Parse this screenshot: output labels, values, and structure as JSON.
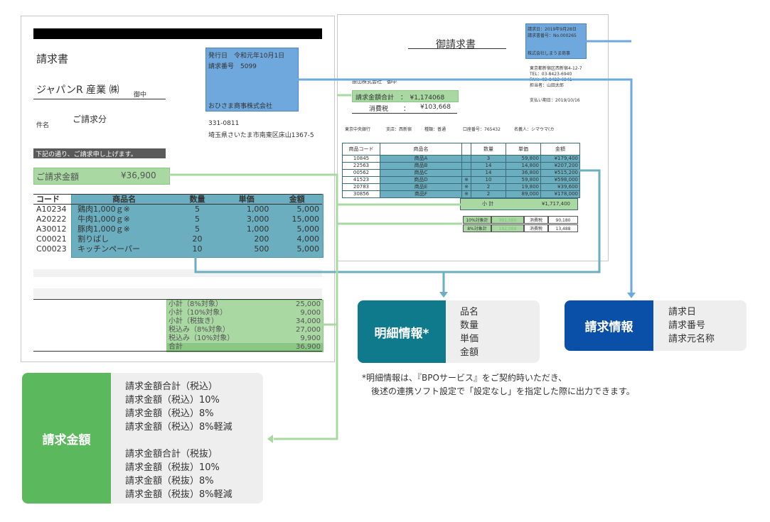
{
  "left_invoice": {
    "title": "請求書",
    "company": "ジャパンR 産業 ㈱",
    "honorific": "御中",
    "subject_label": "件名",
    "subject": "ご請求分",
    "issue_info": {
      "date_line": "発行日　令和元年10月1日",
      "number_line": "請求番号　5099",
      "issuer": "おひさま商事株式会社"
    },
    "postal": "331-0811",
    "address": "埼玉県さいたま市南東区床山1367-5",
    "notice": "下記の通り、ご請求申し上げます。",
    "amount_label": "ご請求金額",
    "amount_value": "¥36,900",
    "table_headers": [
      "コード",
      "商品名",
      "数量",
      "単価",
      "金額"
    ],
    "rows": [
      [
        "A10234",
        "鶏肉1,000ｇ※",
        "5",
        "1,000",
        "5,000"
      ],
      [
        "A20222",
        "牛肉1,000ｇ※",
        "5",
        "3,000",
        "15,000"
      ],
      [
        "A30012",
        "豚肉1,000ｇ※",
        "5",
        "1,000",
        "5,000"
      ],
      [
        "C00021",
        "割りばし",
        "20",
        "200",
        "4,000"
      ],
      [
        "C00023",
        "キッチンペーパー",
        "10",
        "500",
        "5,000"
      ]
    ],
    "totals": [
      [
        "小計（8%対象）",
        "25,000"
      ],
      [
        "小計（10%対象）",
        "9,000"
      ],
      [
        "小計（税抜き）",
        "34,000"
      ],
      [
        "税込み（8%対象）",
        "27,000"
      ],
      [
        "税込み（10%対象）",
        "9,900"
      ],
      [
        "合計",
        "36,900"
      ]
    ]
  },
  "right_invoice": {
    "title": "御請求書",
    "info": {
      "date": "請求日：2019年9月28日",
      "number": "請求書番号：No.000265",
      "issuer": "株式会社しまうま商事"
    },
    "recipient": "狼山株式会社　御中",
    "address": [
      "東京都新宿区西新宿4-12-7",
      "TEL：03-8423-6940",
      "FAX：03-8423-6941",
      "担当者：山田太郎"
    ],
    "due": "支払い期日：2019/10/16",
    "total_label": "請求金額合計　：　¥1,174068",
    "tax_label": "消費税",
    "tax_sep": "：",
    "tax_value": "¥103,668",
    "bank": [
      "東京中央銀行",
      "支店：西新宿",
      "種類：普通",
      "口座番号：765432",
      "名義人：シマウマ(カ"
    ],
    "table_headers": [
      "商品コード",
      "商品名",
      "",
      "数量",
      "単価",
      "金額"
    ],
    "rows": [
      [
        "10845",
        "商品A",
        "",
        "3",
        "59,800",
        "¥179,400"
      ],
      [
        "22563",
        "商品B",
        "",
        "14",
        "14,800",
        "¥207,200"
      ],
      [
        "00562",
        "商品C",
        "",
        "14",
        "36,800",
        "¥515,200"
      ],
      [
        "41523",
        "商品D",
        "※",
        "10",
        "59,800",
        "¥598,000"
      ],
      [
        "20783",
        "商品E",
        "※",
        "2",
        "19,800",
        "¥39,600"
      ],
      [
        "30856",
        "商品F",
        "※",
        "2",
        "89,000",
        "¥178,000"
      ]
    ],
    "subtotal_label": "小 計",
    "subtotal_value": "¥1,717,400",
    "tax_rows": [
      [
        "10%対象計",
        "991,580",
        "消費税",
        "90,180"
      ],
      [
        "8%対象計",
        "182,088",
        "消費税",
        "13,488"
      ]
    ]
  },
  "labels": {
    "detail": {
      "title": "明細情報*",
      "items": [
        "品名",
        "数量",
        "単価",
        "金額"
      ]
    },
    "invoice_info": {
      "title": "請求情報",
      "items": [
        "請求日",
        "請求番号",
        "請求元名称"
      ]
    },
    "amount": {
      "title": "請求金額",
      "items": [
        "請求金額合計（税込）",
        "請求金額（税込）10%",
        "請求金額（税込）8%",
        "請求金額（税込）8%軽減",
        "",
        "請求金額合計（税抜）",
        "請求金額（税抜）10%",
        "請求金額（税抜）8%",
        "請求金額（税抜）8%軽減"
      ]
    }
  },
  "footnote": [
    "*明細情報は、『BPOサービス』をご契約時いただき、",
    "後述の連携ソフト設定で「設定なし」を指定した際に出力できます。"
  ],
  "colors": {
    "blue": "#6fa8dc",
    "green": "#a9d8a3",
    "teal": "#6aaebf",
    "detail_box": "#0e7a8c",
    "info_box": "#0a4fa8",
    "amount_box": "#5cb85c"
  }
}
